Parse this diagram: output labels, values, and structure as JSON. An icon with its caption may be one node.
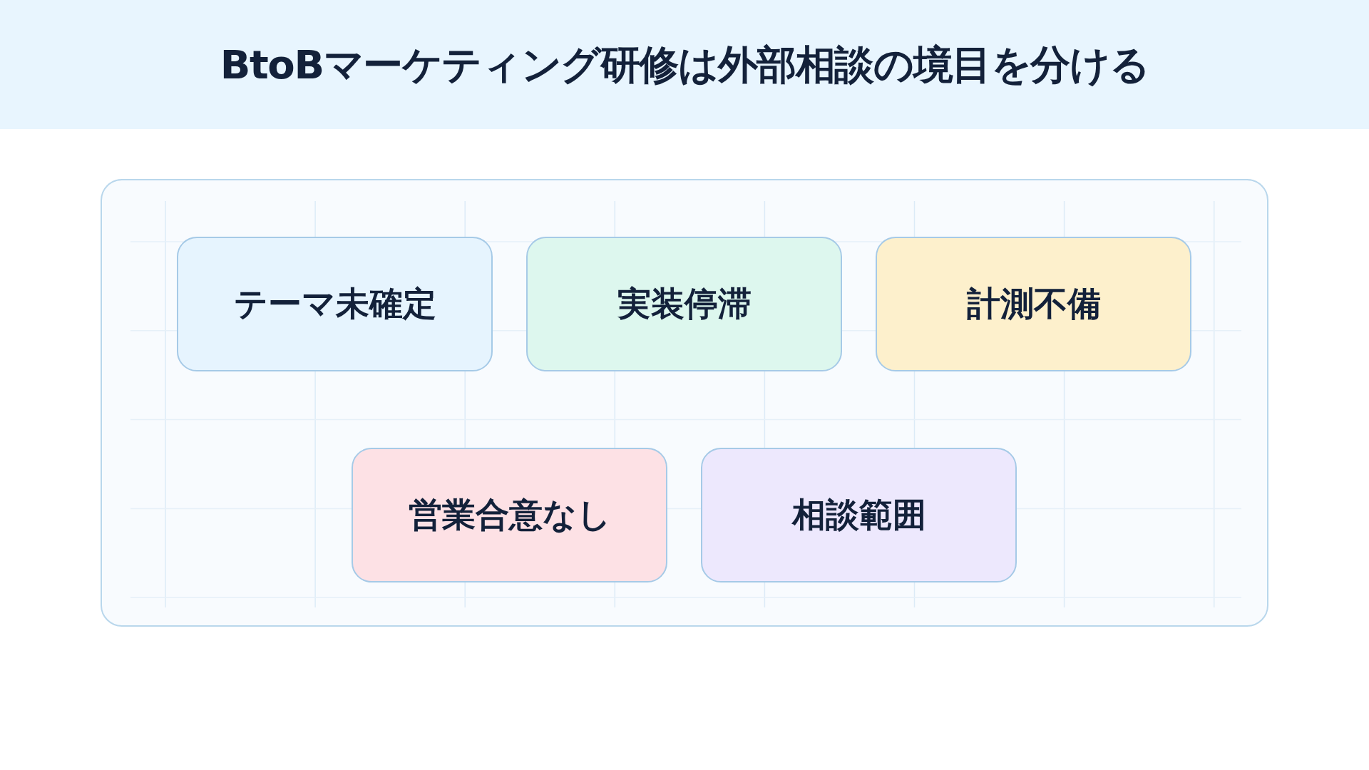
{
  "diagram": {
    "title": "BtoBマーケティング研修は外部相談の境目を分ける",
    "nodes": [
      {
        "text": [],
        "shape": "box"
      },
      {
        "text": [
          "テーマ未確定"
        ],
        "in": 0
      },
      {
        "text": [
          "実装停滞"
        ],
        "in": 0
      },
      {
        "text": [
          "計測不備"
        ],
        "in": 0
      },
      {
        "text": [
          "営業合意なし"
        ],
        "in": 0
      },
      {
        "text": [
          "相談範囲"
        ],
        "in": 0
      }
    ]
  }
}
